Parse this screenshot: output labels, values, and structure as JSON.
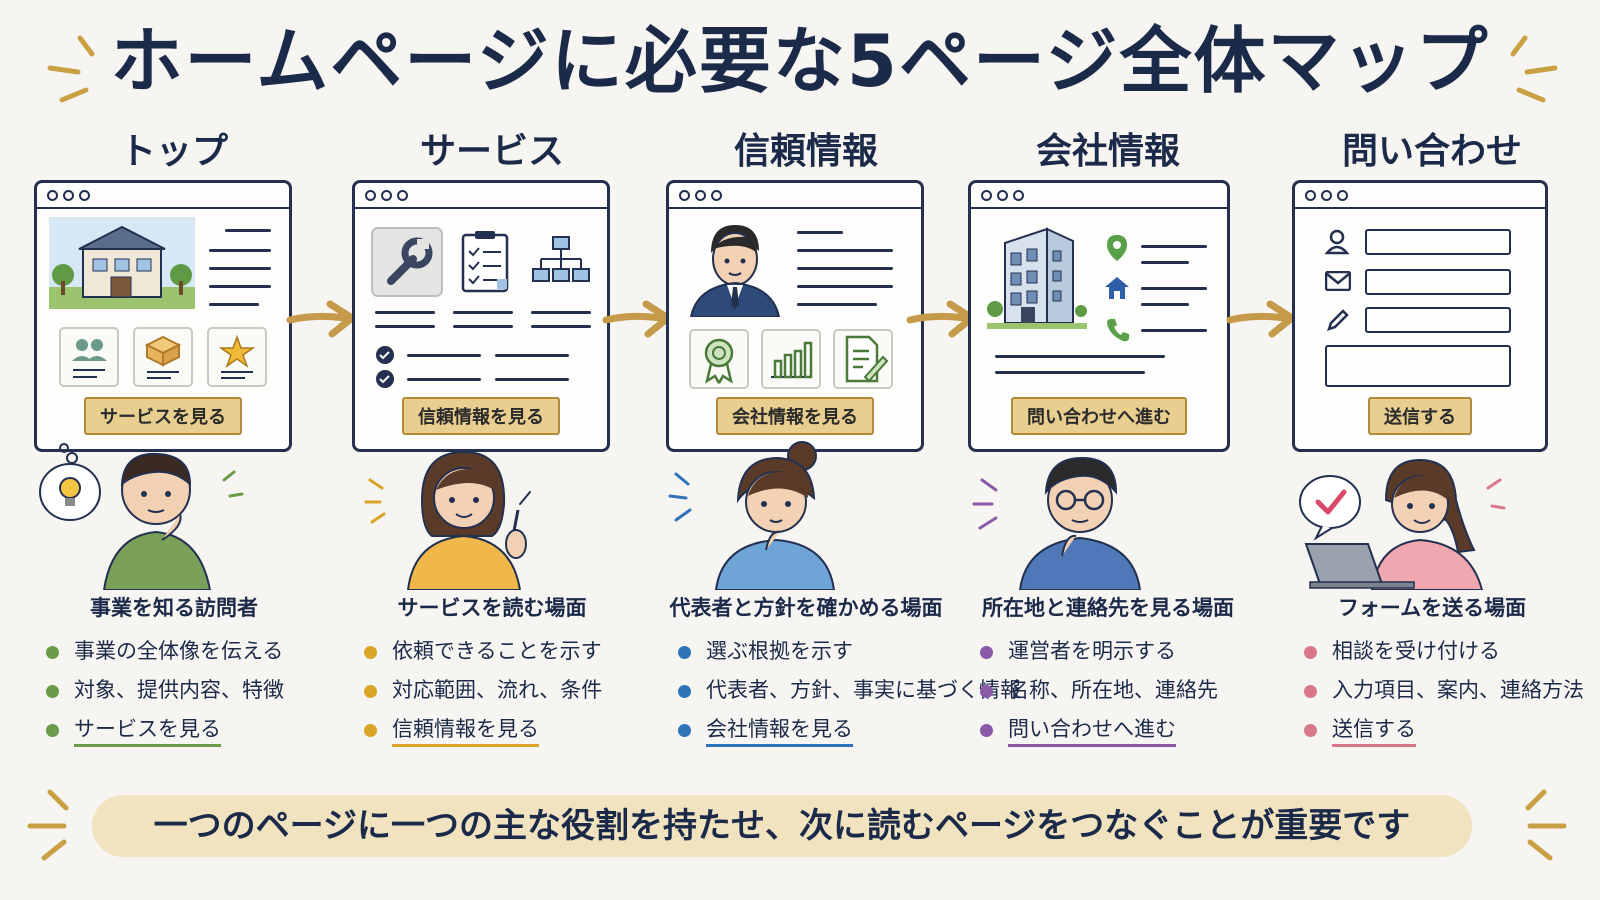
{
  "title": "ホームページに必要な5ページ全体マップ",
  "footer": "一つのページに一つの主な役割を持たせ、次に読むページをつなぐことが重要です",
  "pages": [
    {
      "label": "トップ",
      "cta": "サービスを見る",
      "scene": "事業を知る訪問者",
      "accent": "#6b9a4a",
      "bullets": [
        "事業の全体像を伝える",
        "対象、提供内容、特徴",
        "サービスを見る"
      ]
    },
    {
      "label": "サービス",
      "cta": "信頼情報を見る",
      "scene": "サービスを読む場面",
      "accent": "#d9a526",
      "bullets": [
        "依頼できることを示す",
        "対応範囲、流れ、条件",
        "信頼情報を見る"
      ]
    },
    {
      "label": "信頼情報",
      "cta": "会社情報を見る",
      "scene": "代表者と方針を確かめる場面",
      "accent": "#2f74b8",
      "bullets": [
        "選ぶ根拠を示す",
        "代表者、方針、事実に基づく情報",
        "会社情報を見る"
      ]
    },
    {
      "label": "会社情報",
      "cta": "問い合わせへ進む",
      "scene": "所在地と連絡先を見る場面",
      "accent": "#8a5aa8",
      "bullets": [
        "運営者を明示する",
        "名称、所在地、連絡先",
        "問い合わせへ進む"
      ]
    },
    {
      "label": "問い合わせ",
      "cta": "送信する",
      "scene": "フォームを送る場面",
      "accent": "#d9788a",
      "bullets": [
        "相談を受け付ける",
        "入力項目、案内、連絡方法",
        "送信する"
      ]
    }
  ],
  "icons": {
    "top": [
      "house-icon",
      "people-icon",
      "box-icon",
      "star-icon"
    ],
    "service": [
      "wrench-icon",
      "clipboard-icon",
      "flowchart-icon",
      "check-icon"
    ],
    "trust": [
      "representative-icon",
      "award-icon",
      "bar-chart-icon",
      "document-edit-icon"
    ],
    "company": [
      "office-building-icon",
      "map-pin-icon",
      "home-icon",
      "phone-icon"
    ],
    "contact": [
      "user-icon",
      "mail-icon",
      "pencil-icon"
    ]
  }
}
